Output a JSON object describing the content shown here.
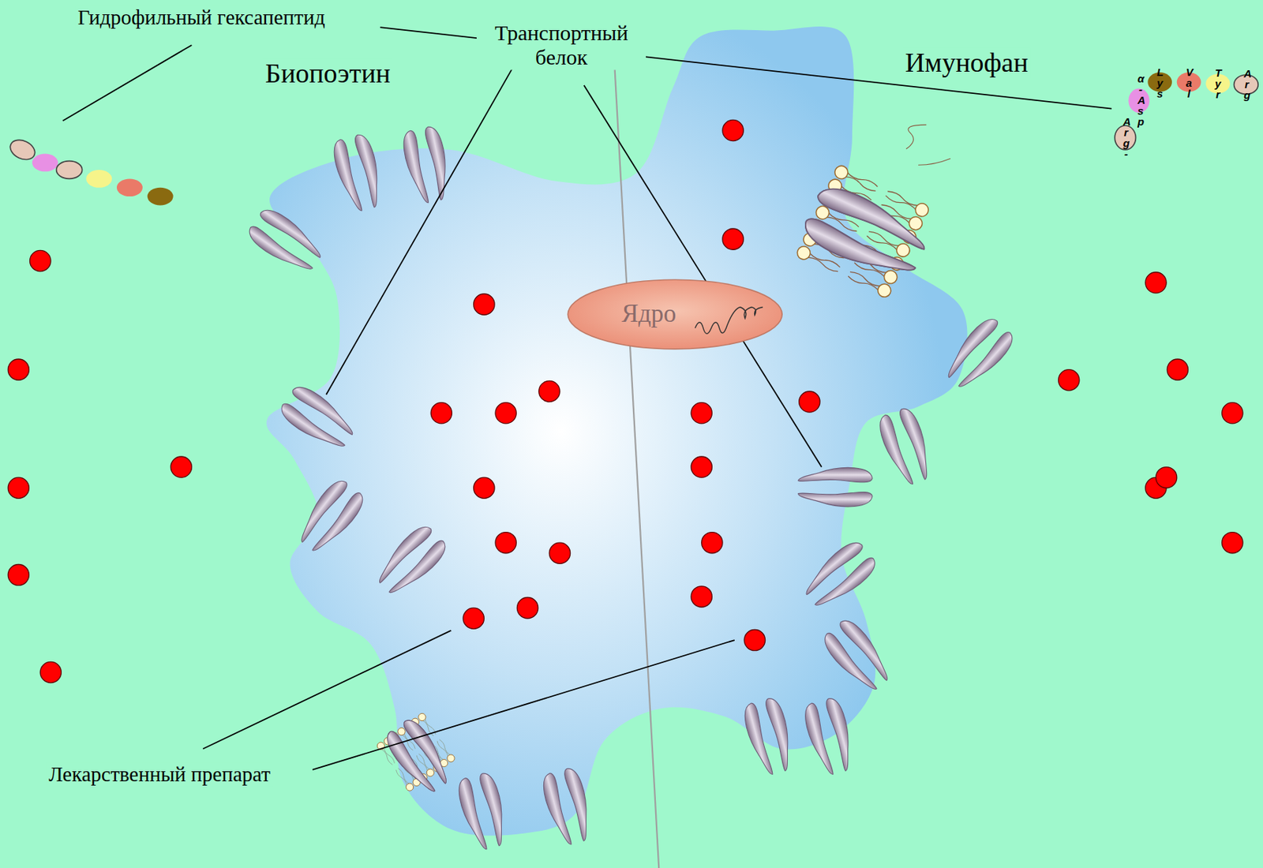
{
  "diagram": {
    "nodes": [
      {
        "text": [
          "Ядро"
        ]
      }
    ],
    "labels": [
      "Гидрофильный гексапептид",
      "Транспортный белок",
      "Биопоэтин",
      "Имунофан",
      "Лекарственный препарат",
      "Arg-",
      "α-Asp",
      "Lys",
      "Val",
      "Tyr",
      "Arg"
    ]
  }
}
